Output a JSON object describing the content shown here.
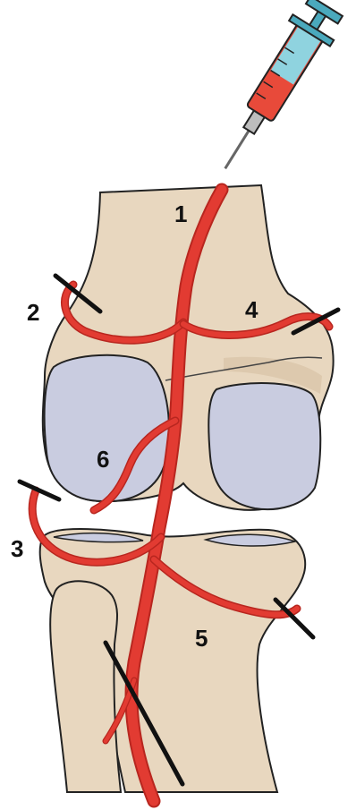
{
  "labels": {
    "l1": "1",
    "l2": "2",
    "l3": "3",
    "l4": "4",
    "l5": "5",
    "l6": "6"
  },
  "colors": {
    "bone": "#e8d7bf",
    "bone_shade": "#d9c3a6",
    "cartilage": "#c9cce0",
    "artery": "#e23b32",
    "artery_dark": "#b8261f",
    "outline": "#222222",
    "syringe_barrel": "#e84a3a",
    "syringe_fluid": "#8fd3df",
    "plunger": "#4aa9bd"
  }
}
